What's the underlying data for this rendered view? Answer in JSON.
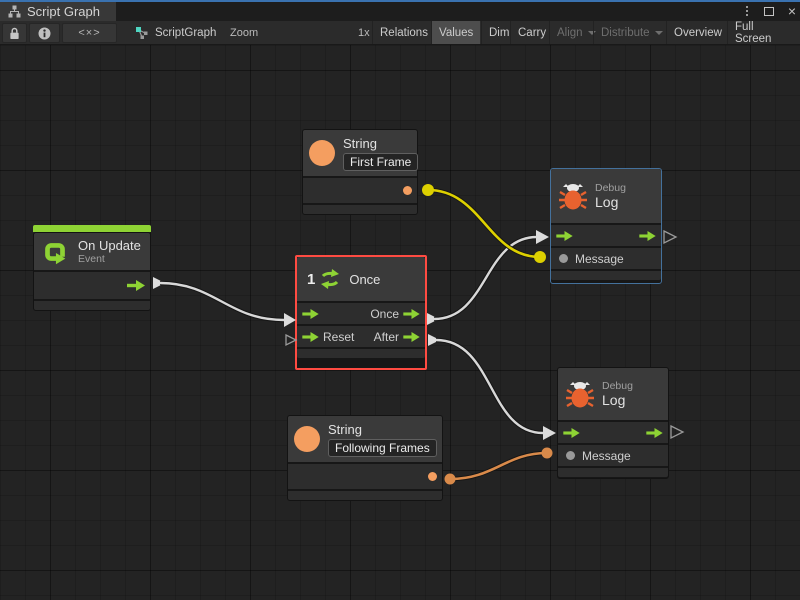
{
  "window": {
    "tab": "Script Graph",
    "controls": {
      "menu_icon": "kebab-menu",
      "maximize_icon": "maximize",
      "close_icon": "close"
    }
  },
  "toolbar": {
    "code_icon": "<×>",
    "graph_name": "ScriptGraph",
    "zoom": {
      "label": "Zoom",
      "value": "1x"
    },
    "buttons": [
      {
        "label": "Relations",
        "state": "normal"
      },
      {
        "label": "Values",
        "state": "active"
      },
      {
        "label": "Dim",
        "state": "normal"
      },
      {
        "label": "Carry",
        "state": "normal"
      },
      {
        "label": "Align",
        "state": "disabled",
        "dropdown": true
      },
      {
        "label": "Distribute",
        "state": "disabled",
        "dropdown": true
      },
      {
        "label": "Overview",
        "state": "normal"
      },
      {
        "label": "Full Screen",
        "state": "normal"
      }
    ]
  },
  "graph": {
    "string_first": {
      "type": "String",
      "value": "First Frame"
    },
    "on_update": {
      "title": "On Update",
      "subtitle": "Event"
    },
    "once": {
      "title": "Once",
      "icon_number": "1",
      "out_once": "Once",
      "in_reset": "Reset",
      "out_after": "After"
    },
    "debug_top": {
      "category": "Debug",
      "title": "Log",
      "message_label": "Message"
    },
    "string_following": {
      "type": "String",
      "value": "Following Frames"
    },
    "debug_bottom": {
      "category": "Debug",
      "title": "Log",
      "message_label": "Message"
    }
  },
  "colors": {
    "accent_green": "#8ed334",
    "port_orange": "#f49e60",
    "bug_orange": "#e8622f",
    "wire_yellow": "#ddd000",
    "wire_orange": "#d98a4a",
    "wire_white": "#d8d8d8",
    "selection_red": "#ff4b42",
    "selection_blue": "#44719c"
  }
}
